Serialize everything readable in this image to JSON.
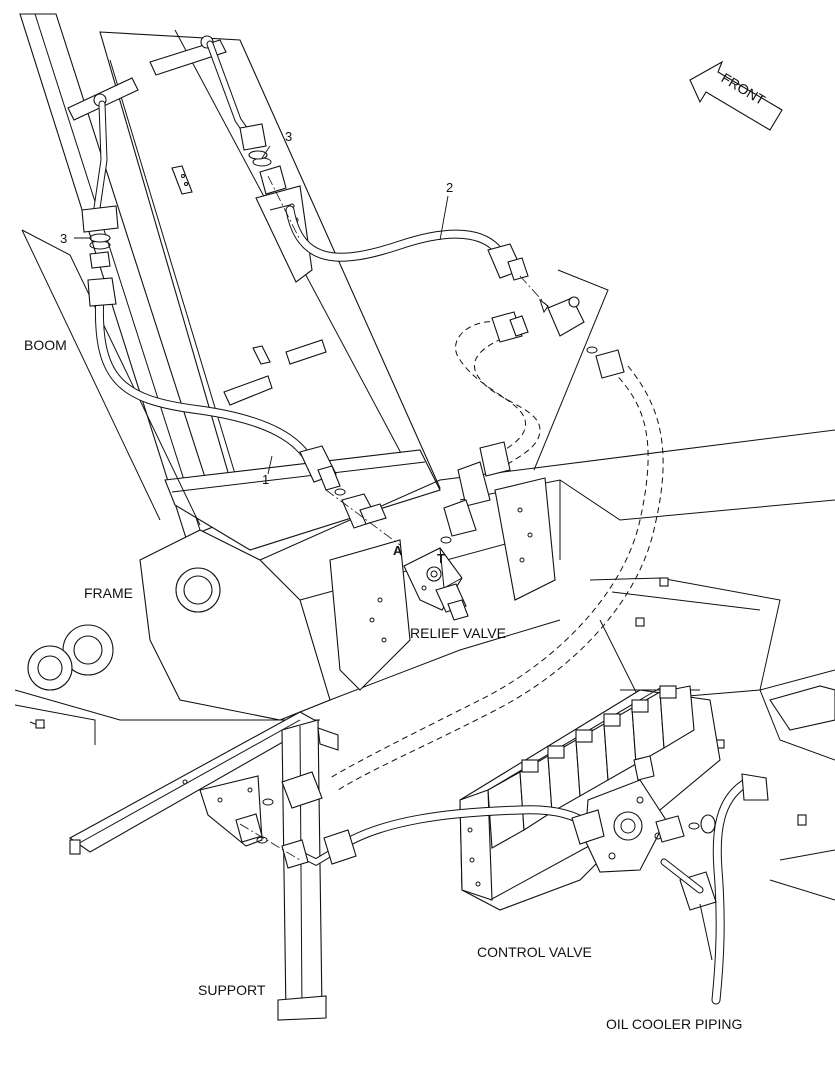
{
  "labels": {
    "front": "FRONT",
    "boom": "BOOM",
    "frame": "FRAME",
    "relief_valve": "RELIEF VALVE",
    "control_valve": "CONTROL VALVE",
    "support": "SUPPORT",
    "oil_cooler_piping": "OIL COOLER PIPING",
    "port_a": "A",
    "port_t": "T"
  },
  "callouts": {
    "hose_1": "1",
    "hose_2": "2",
    "oring_left": "3",
    "oring_top": "3"
  }
}
